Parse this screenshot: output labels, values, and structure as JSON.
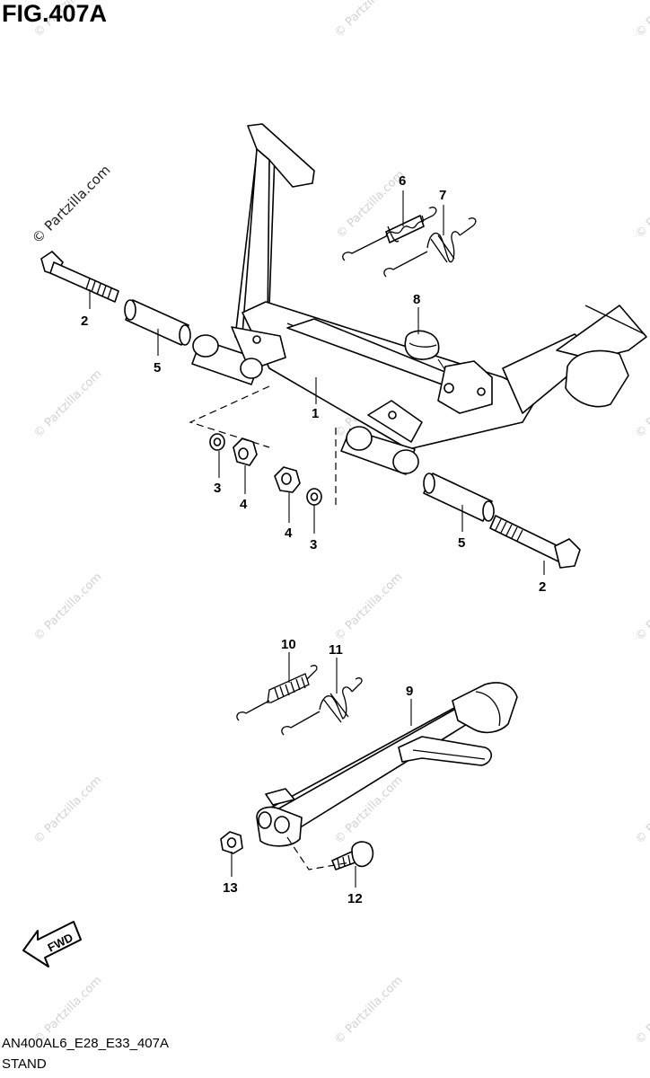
{
  "figure_title": "FIG.407A",
  "model_code": "AN400AL6_E28_E33_407A",
  "section_name": "STAND",
  "watermark_text": "© Partzilla.com",
  "fwd_label": "FWD",
  "callouts": {
    "c1": "1",
    "c2a": "2",
    "c2b": "2",
    "c3a": "3",
    "c3b": "3",
    "c4a": "4",
    "c4b": "4",
    "c5a": "5",
    "c5b": "5",
    "c6": "6",
    "c7": "7",
    "c8": "8",
    "c9": "9",
    "c10": "10",
    "c11": "11",
    "c12": "12",
    "c13": "13"
  }
}
